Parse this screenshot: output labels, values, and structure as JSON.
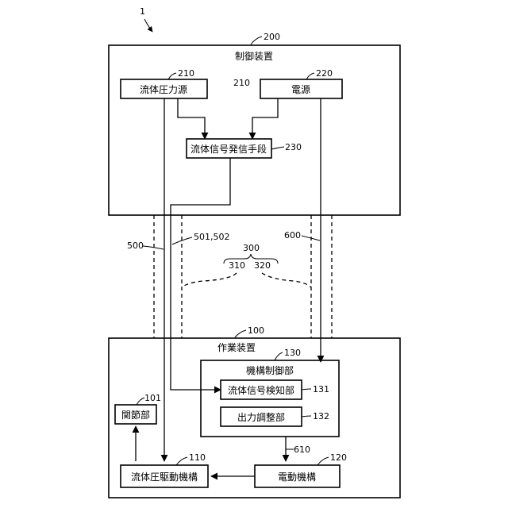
{
  "figure_ref": "1",
  "control_device": {
    "ref": "200",
    "title": "制御装置"
  },
  "fluid_pressure_source": {
    "ref": "210",
    "label": "流体圧力源",
    "extra_ref": "210"
  },
  "power_source": {
    "ref": "220",
    "label": "電源"
  },
  "fluid_signal_sender": {
    "ref": "230",
    "label": "流体信号発信手段"
  },
  "lines": {
    "fluid_line": "500",
    "signal_lines": "501,502",
    "electric_line": "600",
    "bundle": "300",
    "bundle_left": "310",
    "bundle_right": "320",
    "motor_output": "610"
  },
  "work_device": {
    "ref": "100",
    "title": "作業装置"
  },
  "mechanism_controller": {
    "ref": "130",
    "label": "機構制御部"
  },
  "fluid_signal_detector": {
    "ref": "131",
    "label": "流体信号検知部"
  },
  "output_adjuster": {
    "ref": "132",
    "label": "出力調整部"
  },
  "joint": {
    "ref": "101",
    "label": "関節部"
  },
  "fluid_drive": {
    "ref": "110",
    "label": "流体圧駆動機構"
  },
  "electric_drive": {
    "ref": "120",
    "label": "電動機構"
  }
}
